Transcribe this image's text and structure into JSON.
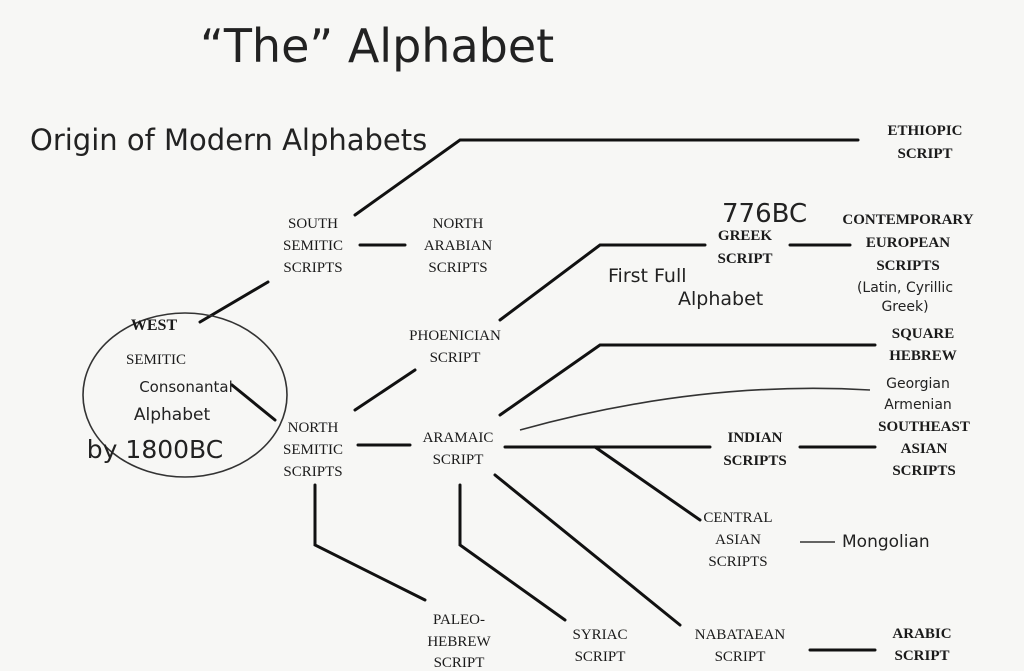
{
  "title": "“The” Alphabet",
  "subtitle": "Origin of Modern Alphabets",
  "nodes": {
    "ethiopic": [
      "ETHIOPIC",
      "SCRIPT"
    ],
    "south_semitic": [
      "SOUTH",
      "SEMITIC",
      "SCRIPTS"
    ],
    "north_arabian": [
      "NORTH",
      "ARABIAN",
      "SCRIPTS"
    ],
    "greek": [
      "GREEK",
      "SCRIPT"
    ],
    "contemporary_european": [
      "CONTEMPORARY",
      "EUROPEAN",
      "SCRIPTS"
    ],
    "phoenician": [
      "PHOENICIAN",
      "SCRIPT"
    ],
    "square_hebrew": [
      "SQUARE",
      "HEBREW"
    ],
    "west_semitic": [
      "WEST",
      "SEMITIC"
    ],
    "north_semitic": [
      "NORTH",
      "SEMITIC",
      "SCRIPTS"
    ],
    "aramaic": [
      "ARAMAIC",
      "SCRIPT"
    ],
    "indian": [
      "INDIAN",
      "SCRIPTS"
    ],
    "southeast_asian": [
      "SOUTHEAST",
      "ASIAN",
      "SCRIPTS"
    ],
    "central_asian": [
      "CENTRAL",
      "ASIAN",
      "SCRIPTS"
    ],
    "paleo_hebrew": [
      "PALEO-",
      "HEBREW",
      "SCRIPT"
    ],
    "syriac": [
      "SYRIAC",
      "SCRIPT"
    ],
    "nabataean": [
      "NABATAEAN",
      "SCRIPT"
    ],
    "arabic": [
      "ARABIC",
      "SCRIPT"
    ]
  },
  "notes": {
    "greek_date": "776BC",
    "first_full": [
      "First Full",
      "Alphabet"
    ],
    "european_examples": [
      "(Latin, Cyrillic",
      "Greek)"
    ],
    "consonantal": [
      "Consonantal",
      "Alphabet",
      "by 1800BC"
    ],
    "georgian_armenian": [
      "Georgian",
      "Armenian"
    ],
    "mongolian": "Mongolian"
  }
}
